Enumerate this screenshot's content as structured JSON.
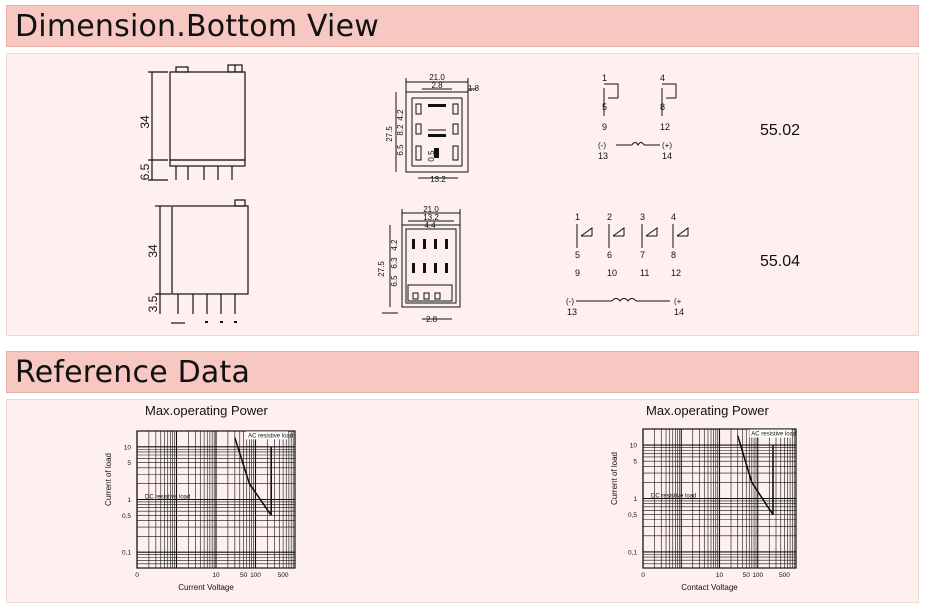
{
  "sections": {
    "dimension_title": "Dimension.Bottom View",
    "reference_title": "Reference Data"
  },
  "relay_5502": {
    "part_number": "55.02",
    "side": {
      "height": "34",
      "pin": "6.5"
    },
    "bottom": {
      "width": "21.0",
      "pitch_top": "2.8",
      "right": "1.8",
      "height": "27.5",
      "d1": "4.2",
      "d2": "8.2",
      "d3": "6.5",
      "d4": "0.5",
      "bottom_width": "13.2"
    },
    "schematic": {
      "t1": "1",
      "t4": "4",
      "t5": "5",
      "t8": "8",
      "t9": "9",
      "t12": "12",
      "t13": "13",
      "t14": "14",
      "minus": "(-)",
      "plus": "(+)"
    }
  },
  "relay_5504": {
    "part_number": "55.04",
    "side": {
      "height": "34",
      "pin": "3.5"
    },
    "bottom": {
      "width": "21.0",
      "inner": "13.2",
      "pitch": "4.4",
      "height": "27.5",
      "d1": "4.2",
      "d2": "6.3",
      "d3": "6.5",
      "bottom_pitch": "2.8"
    },
    "schematic": {
      "t1": "1",
      "t2": "2",
      "t3": "3",
      "t4": "4",
      "t5": "5",
      "t6": "6",
      "t7": "7",
      "t8": "8",
      "t9": "9",
      "t10": "10",
      "t11": "11",
      "t12": "12",
      "t13": "13",
      "t14": "14",
      "minus": "(-)",
      "plus": "(+"
    }
  },
  "chart_data": [
    {
      "type": "line",
      "title": "Max.operating Power",
      "xlabel": "Current Voltage",
      "ylabel": "Current of load",
      "x_ticks": [
        "0",
        "10",
        "50",
        "100",
        "500"
      ],
      "y_ticks": [
        "10",
        "5",
        "1",
        "0,5",
        "0,1"
      ],
      "annotations": [
        "AC resistive load",
        "DC resistive load"
      ],
      "series": [
        {
          "name": "AC resistive load",
          "points": [
            [
              250,
              10
            ],
            [
              250,
              0.5
            ]
          ]
        },
        {
          "name": "DC resistive load",
          "points": [
            [
              30,
              15
            ],
            [
              70,
              2
            ],
            [
              250,
              0.5
            ]
          ]
        }
      ]
    },
    {
      "type": "line",
      "title": "Max.operating Power",
      "xlabel": "Contact Voltage",
      "ylabel": "Current of load",
      "x_ticks": [
        "0",
        "10",
        "50",
        "100",
        "500"
      ],
      "y_ticks": [
        "10",
        "5",
        "1",
        "0,5",
        "0,1"
      ],
      "annotations": [
        "AC resistive load",
        "DC resistive load"
      ],
      "series": [
        {
          "name": "AC resistive load",
          "points": [
            [
              250,
              10
            ],
            [
              250,
              0.5
            ]
          ]
        },
        {
          "name": "DC resistive load",
          "points": [
            [
              30,
              15
            ],
            [
              70,
              2
            ],
            [
              250,
              0.5
            ]
          ]
        }
      ]
    }
  ]
}
